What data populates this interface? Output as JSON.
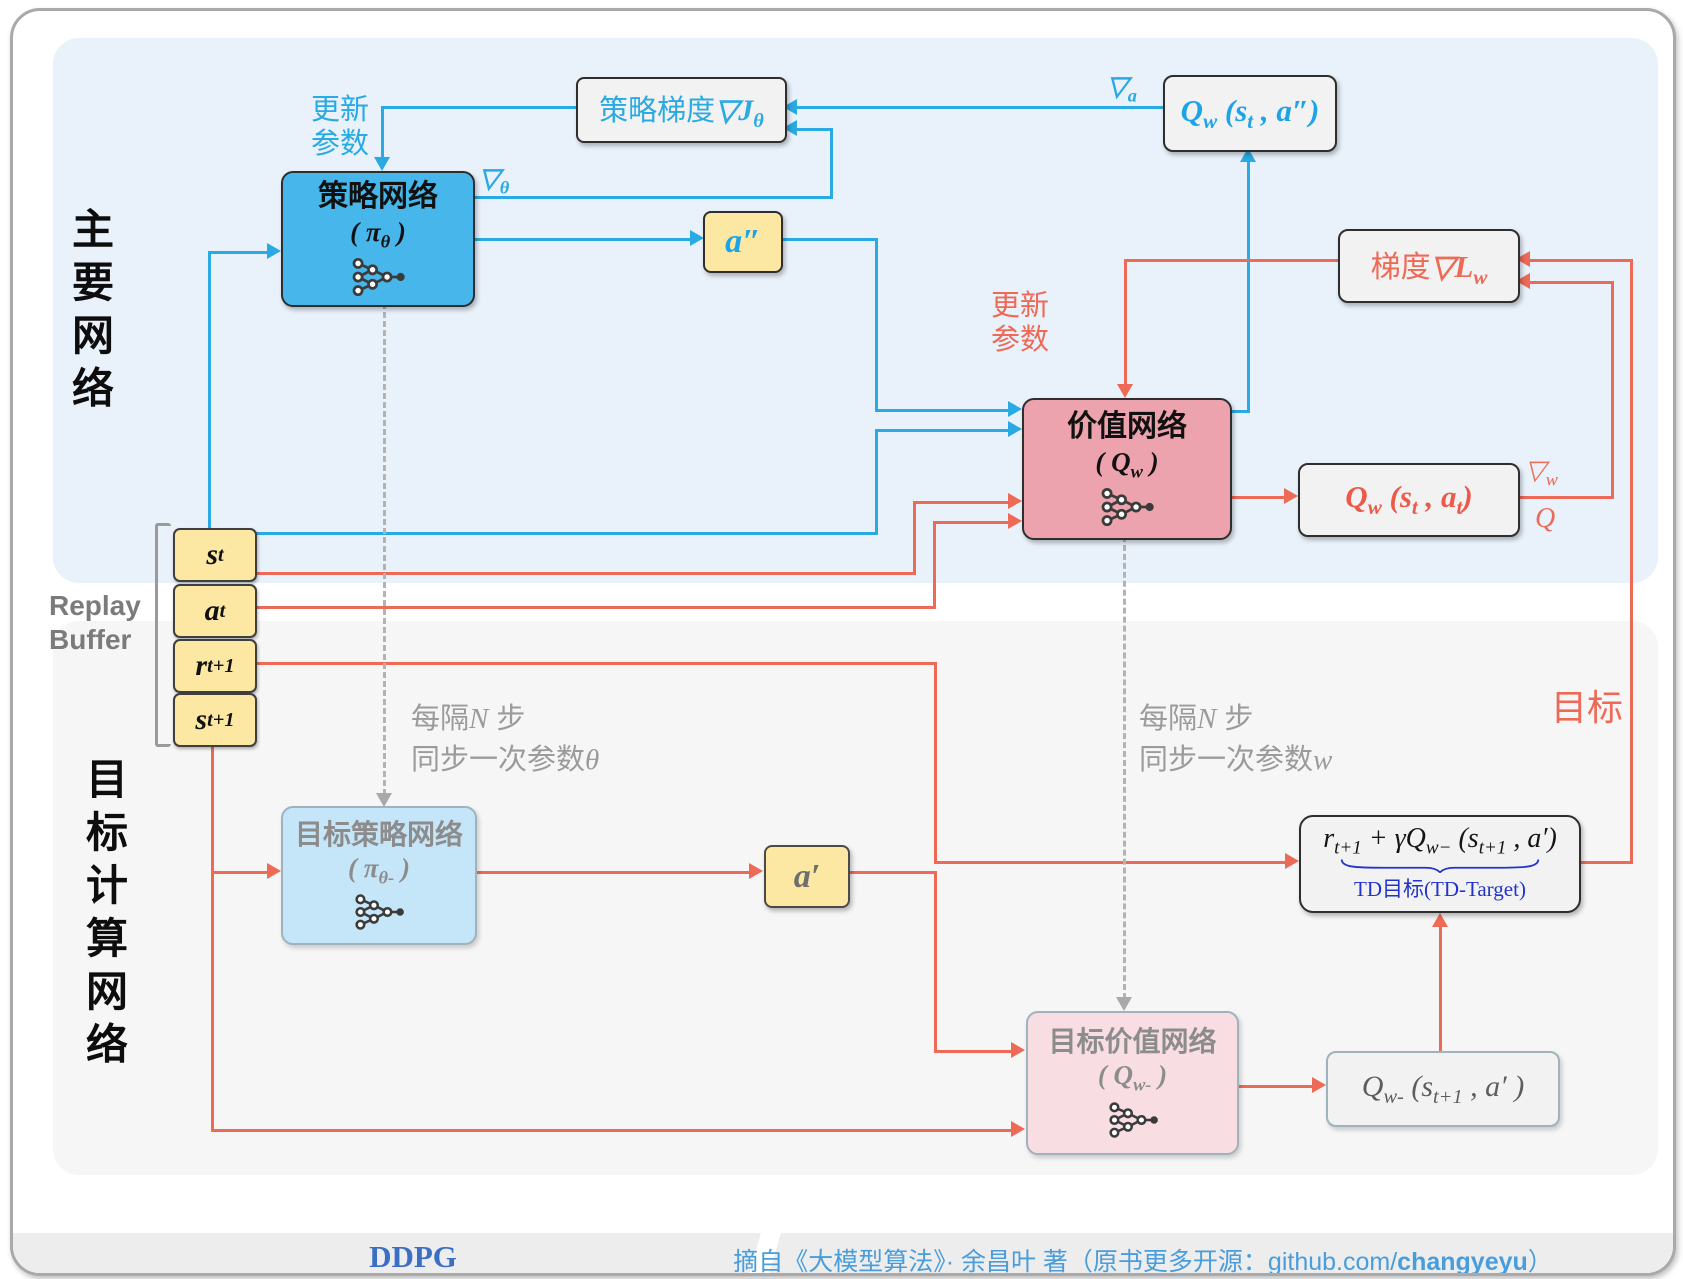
{
  "sections": {
    "main": "主要网络",
    "target": "目标计算网络"
  },
  "replay": {
    "label1": "Replay",
    "label2": "Buffer",
    "items": [
      "s_[t]",
      "a_[t]",
      "r_[t+1]",
      "s_[t+1]"
    ]
  },
  "boxes": {
    "policy": {
      "title": "策略网络",
      "param": "( π_[θ] )"
    },
    "value": {
      "title": "价值网络",
      "param": "( Q_[w] )"
    },
    "target_policy": {
      "title": "目标策略网络",
      "param": "( π_[θ-] )"
    },
    "target_value": {
      "title": "目标价值网络",
      "param": "( Q_[w-] )"
    },
    "grad_j": {
      "prefix": "策略梯度",
      "math": "▽J_[θ]"
    },
    "grad_l": {
      "prefix": "梯度",
      "math": "▽L_[w]"
    },
    "q_main": "Q_[w] (s_[t] , a″)",
    "q_main_at": "Q_[w] (s_[t] , a_[t])",
    "action_main": "a″",
    "action_target": "a′",
    "td": {
      "formula": "r_[t+1] + γQ_[w−] (s_[t+1] , a′)",
      "caption": "TD目标(TD-Target)"
    },
    "q_target": "Q_[w-] (s_[t+1] , a′ )"
  },
  "labels": {
    "update_policy_1": "更新",
    "update_policy_2": "参数",
    "update_value_1": "更新",
    "update_value_2": "参数",
    "nabla_theta": "▽_[θ]",
    "nabla_a": "▽_[a]",
    "nabla_w": "▽_[w]",
    "nabla_w_q": "Q",
    "sync_theta_1": "每隔*[N]* 步",
    "sync_theta_2": "同步一次参数*[θ]*",
    "sync_w_1": "每隔*[N]* 步",
    "sync_w_2": "同步一次参数*[w]*",
    "target": "目标"
  },
  "footer": {
    "algo": "DDPG",
    "attribution_pre": "摘自《大模型算法》· 余昌叶 著（原书更多开源：github.com/",
    "attribution_bold": "changyeyu",
    "attribution_post": "）"
  },
  "colors": {
    "blue_flow": "#29aae3",
    "red_flow": "#ed6a57",
    "policy_fill": "#47b6ea",
    "value_fill": "#eda3ad",
    "target_policy_fill": "#c5e5f8",
    "target_value_fill": "#f8dee3",
    "buffer_fill": "#fce8a2",
    "panel_main": "#e9f1fb",
    "panel_target": "#f6f6f6",
    "td_caption": "#2233cc",
    "footer_text": "#3b6fc5"
  }
}
